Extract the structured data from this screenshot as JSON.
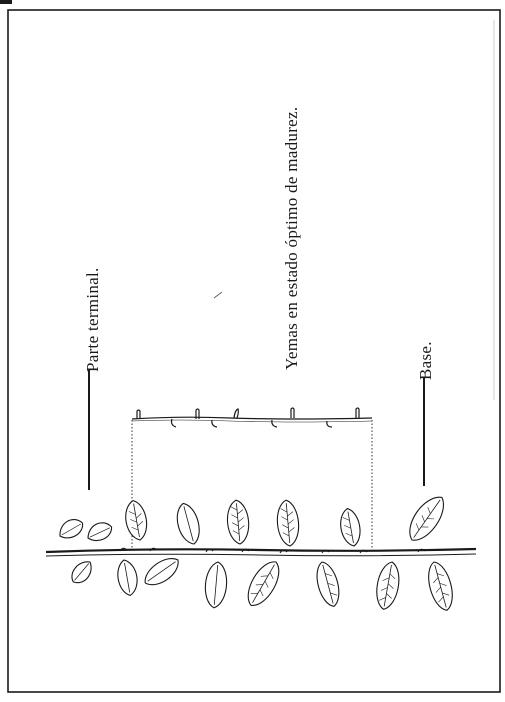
{
  "figure": {
    "labels": {
      "terminal": "Parte terminal.",
      "buds": "Yemas en estado óptimo de madurez.",
      "base": "Base."
    },
    "colors": {
      "ink": "#1a1a1a",
      "paper": "#ffffff"
    }
  }
}
